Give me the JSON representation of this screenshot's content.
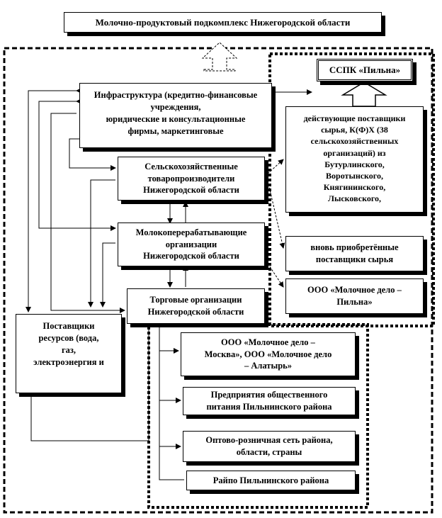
{
  "diagram": {
    "title": "Молочно-продуктовый подкомплекс Нижегородской области",
    "nodes": {
      "infrastructure": "Инфраструктура  (кредитно-финансовые учреждения,\nюридические и консультационные\nфирмы, маркетинговые",
      "agri_producers": "Сельскохозяйственные\nтоваропроизводители\nНижегородской области",
      "milk_processors": "Молокоперерабатывающие\nорганизации\nНижегородской области",
      "trade_orgs": "Торговые организации\nНижегородской области",
      "resource_suppliers": "Поставщики\nресурсов (вода,\nгаз,\nэлектроэнергия и",
      "sspk": "ССПК «Пильна»",
      "current_suppliers": "действующие поставщики\nсырья, К(Ф)Х (38\nсельскохозяйственных\nорганизаций)  из\nБутурлинского,\nВоротынского,\nКнягининского,\nЛысковского,",
      "new_suppliers": "вновь приобретённые\nпоставщики сырья",
      "ooo_pilna": "ООО «Молочное дело –\nПильна»",
      "ooo_moscow_alatyr": "ООО «Молочное дело –\nМосква», ООО «Молочное дело\n– Алатырь»",
      "catering": "Предприятия общественного\nпитания Пильнинского района",
      "wholesale_retail": "Оптово-розничная сеть района,\nобласти, страны",
      "raipo": "Райпо Пильнинского района"
    }
  }
}
